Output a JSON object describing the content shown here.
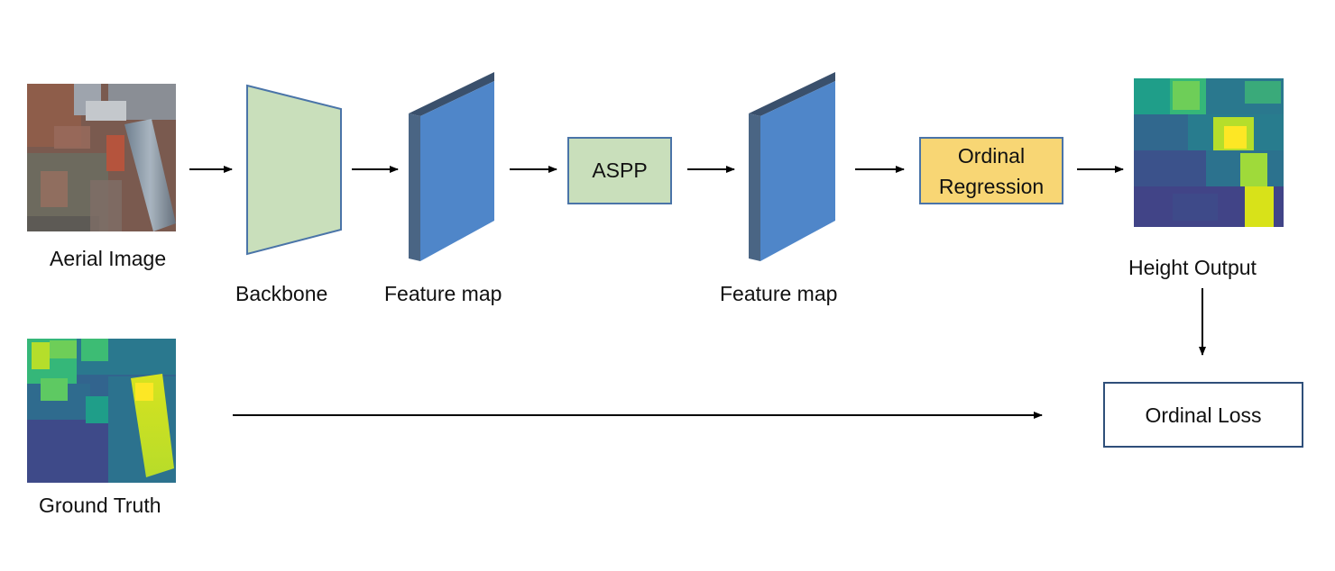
{
  "labels": {
    "aerial_image": "Aerial Image",
    "backbone": "Backbone",
    "feature_map_1": "Feature map",
    "aspp": "ASPP",
    "feature_map_2": "Feature map",
    "ordinal_regression_line1": "Ordinal",
    "ordinal_regression_line2": "Regression",
    "height_output": "Height Output",
    "ground_truth": "Ground Truth",
    "ordinal_loss": "Ordinal Loss"
  },
  "colors": {
    "backbone_fill": "#c9dfbb",
    "backbone_stroke": "#4a74a8",
    "feature_front": "#4f86c9",
    "feature_side": "#4a6584",
    "feature_top": "#3a506c",
    "aspp_fill": "#c9dfbb",
    "aspp_stroke": "#4a74a8",
    "ordinal_fill": "#f8d674",
    "ordinal_stroke": "#4a74a8",
    "loss_stroke": "#2f4f7a",
    "arrow": "#000000"
  }
}
